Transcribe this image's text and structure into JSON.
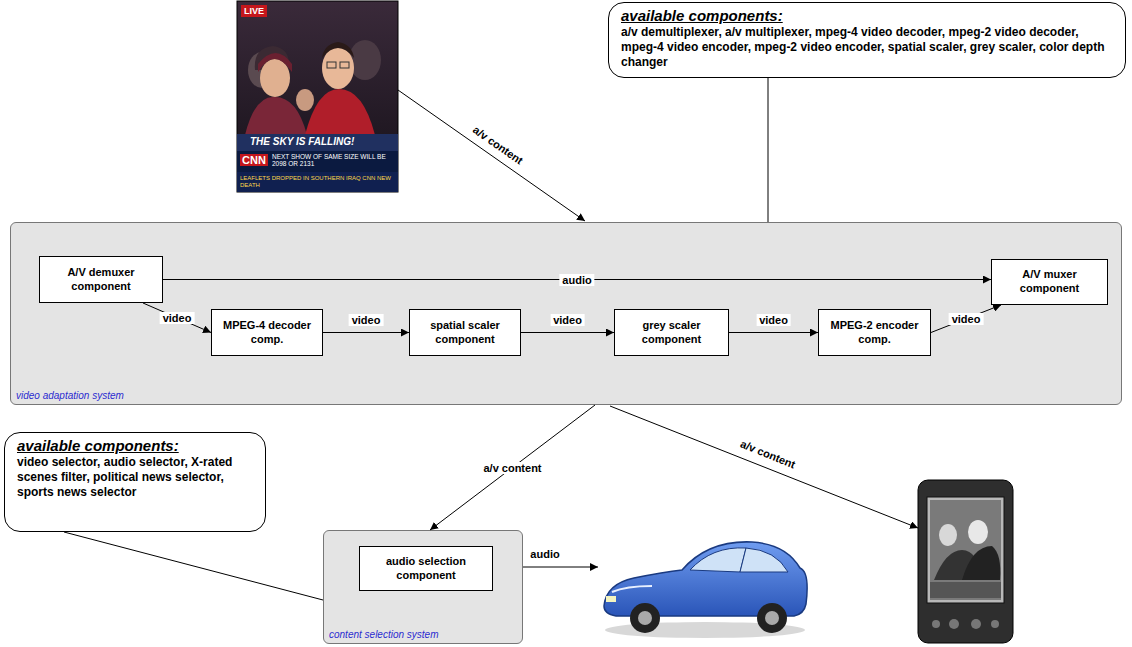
{
  "diagram": {
    "nodes": [
      {
        "text": [
          "video adaptation system"
        ]
      },
      {
        "text": [
          "A/V demuxer component"
        ],
        "in": 0
      },
      {
        "text": [
          "MPEG-4 decoder comp."
        ],
        "in": 0
      },
      {
        "text": [
          "spatial scaler component"
        ],
        "in": 0
      },
      {
        "text": [
          "grey scaler component"
        ],
        "in": 0
      },
      {
        "text": [
          "MPEG-2 encoder comp."
        ],
        "in": 0
      },
      {
        "text": [
          "A/V muxer component"
        ],
        "in": 0
      },
      {
        "text": [
          "available components:",
          "a/v demultiplexer, a/v multiplexer, mpeg-4 video decoder, mpeg-2 video decoder, mpeg-4 video encoder, mpeg-2 video encoder, spatial scaler, grey scaler, color depth changer"
        ]
      },
      {
        "text": [
          "available components:",
          "video selector, audio selector, X-rated scenes filter, political news selector, sports news selector"
        ]
      },
      {
        "text": [
          "content selection system"
        ]
      },
      {
        "text": [
          "audio selection component"
        ],
        "in": 9
      }
    ],
    "edges": [
      {
        "from": 1,
        "to": 2,
        "label": "video",
        "arrow": "to"
      },
      {
        "from": 2,
        "to": 3,
        "label": "video",
        "arrow": "to"
      },
      {
        "from": 3,
        "to": 4,
        "label": "video",
        "arrow": "to"
      },
      {
        "from": 4,
        "to": 5,
        "label": "video",
        "arrow": "to"
      },
      {
        "from": 5,
        "to": 6,
        "label": "video",
        "arrow": "to"
      },
      {
        "from": 1,
        "to": 6,
        "label": "audio",
        "arrow": "to"
      },
      {
        "from": 0,
        "to": 9,
        "label": "a/v content",
        "arrow": "to"
      },
      {
        "from": 7,
        "to": 0,
        "arrow": "none"
      },
      {
        "from": 8,
        "to": 9,
        "arrow": "none"
      }
    ],
    "labels": [
      "LIVE",
      "THE SKY IS FALLING!",
      "CNN",
      "NEXT SHOW OF SAME SIZE WILL BE 2098 OR 2131",
      "LEAFLETS DROPPED IN SOUTHERN IRAQ CNN NEW DEATH",
      "a/v content",
      "a/v content",
      "audio"
    ]
  }
}
